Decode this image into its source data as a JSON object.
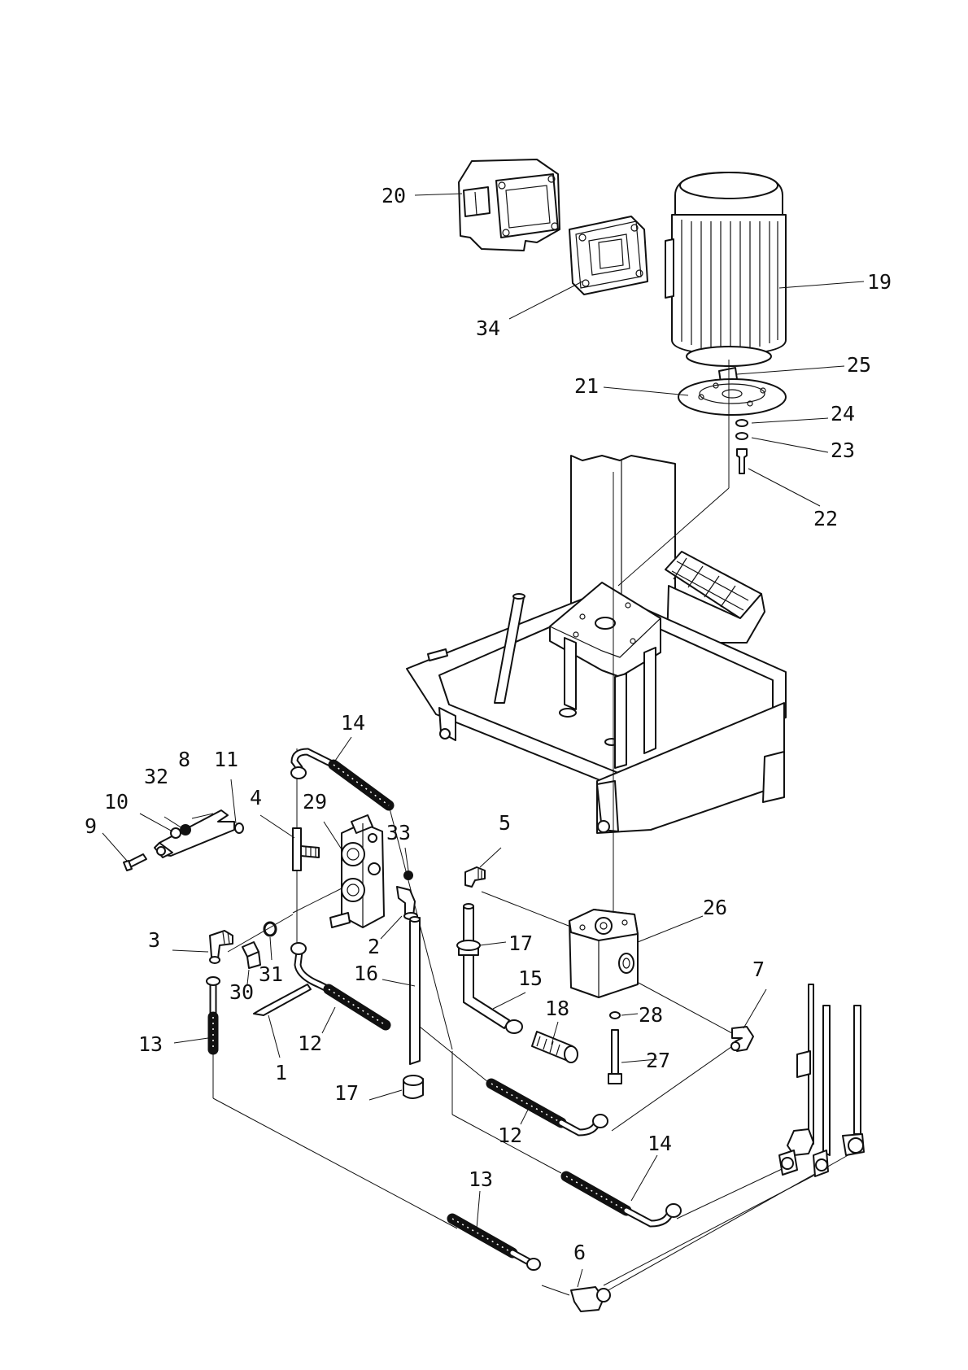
{
  "diagram": {
    "colors": {
      "line": "#111111",
      "background": "#ffffff"
    },
    "callouts": [
      {
        "id": "c20",
        "label": "20"
      },
      {
        "id": "c34",
        "label": "34"
      },
      {
        "id": "c19",
        "label": "19"
      },
      {
        "id": "c25",
        "label": "25"
      },
      {
        "id": "c21",
        "label": "21"
      },
      {
        "id": "c24",
        "label": "24"
      },
      {
        "id": "c23",
        "label": "23"
      },
      {
        "id": "c22",
        "label": "22"
      },
      {
        "id": "c14a",
        "label": "14"
      },
      {
        "id": "c11",
        "label": "11"
      },
      {
        "id": "c8",
        "label": "8"
      },
      {
        "id": "c32",
        "label": "32"
      },
      {
        "id": "c10",
        "label": "10"
      },
      {
        "id": "c9",
        "label": "9"
      },
      {
        "id": "c4",
        "label": "4"
      },
      {
        "id": "c29",
        "label": "29"
      },
      {
        "id": "c33",
        "label": "33"
      },
      {
        "id": "c5",
        "label": "5"
      },
      {
        "id": "c26",
        "label": "26"
      },
      {
        "id": "c17a",
        "label": "17"
      },
      {
        "id": "c3",
        "label": "3"
      },
      {
        "id": "c2",
        "label": "2"
      },
      {
        "id": "c31",
        "label": "31"
      },
      {
        "id": "c30",
        "label": "30"
      },
      {
        "id": "c16",
        "label": "16"
      },
      {
        "id": "c15",
        "label": "15"
      },
      {
        "id": "c18",
        "label": "18"
      },
      {
        "id": "c28",
        "label": "28"
      },
      {
        "id": "c7",
        "label": "7"
      },
      {
        "id": "c27",
        "label": "27"
      },
      {
        "id": "c13a",
        "label": "13"
      },
      {
        "id": "c12a",
        "label": "12"
      },
      {
        "id": "c1",
        "label": "1"
      },
      {
        "id": "c17b",
        "label": "17"
      },
      {
        "id": "c12b",
        "label": "12"
      },
      {
        "id": "c14b",
        "label": "14"
      },
      {
        "id": "c13b",
        "label": "13"
      },
      {
        "id": "c6",
        "label": "6"
      }
    ]
  }
}
